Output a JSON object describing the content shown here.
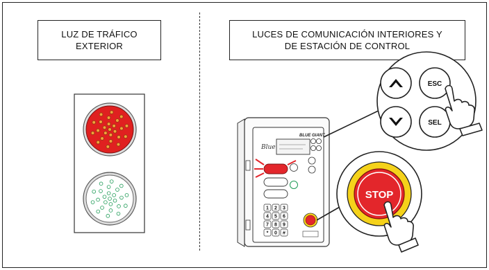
{
  "left_panel": {
    "title_line1": "LUZ DE TRÁFICO",
    "title_line2": "EXTERIOR"
  },
  "right_panel": {
    "title_line1": "LUCES DE COMUNICACIÓN INTERIORES Y",
    "title_line2": "DE ESTACIÓN DE CONTROL"
  },
  "keypad_callout": {
    "esc_label": "ESC",
    "sel_label": "SEL",
    "up_icon": "up-arrow-icon",
    "down_icon": "down-arrow-icon"
  },
  "stop_callout": {
    "stop_label": "STOP"
  },
  "device": {
    "brand_script": "Blue Giant",
    "brand_logo": "BLUE GIANT",
    "keys": [
      "1",
      "2",
      "3",
      "4",
      "5",
      "6",
      "7",
      "8",
      "9",
      "*",
      "0",
      "#"
    ]
  },
  "colors": {
    "red_light": "#e02020",
    "red_led": "#f2a33a",
    "green_led": "#1d9a55",
    "stop_red": "#e3262b",
    "stop_ring": "#f5d21a"
  }
}
